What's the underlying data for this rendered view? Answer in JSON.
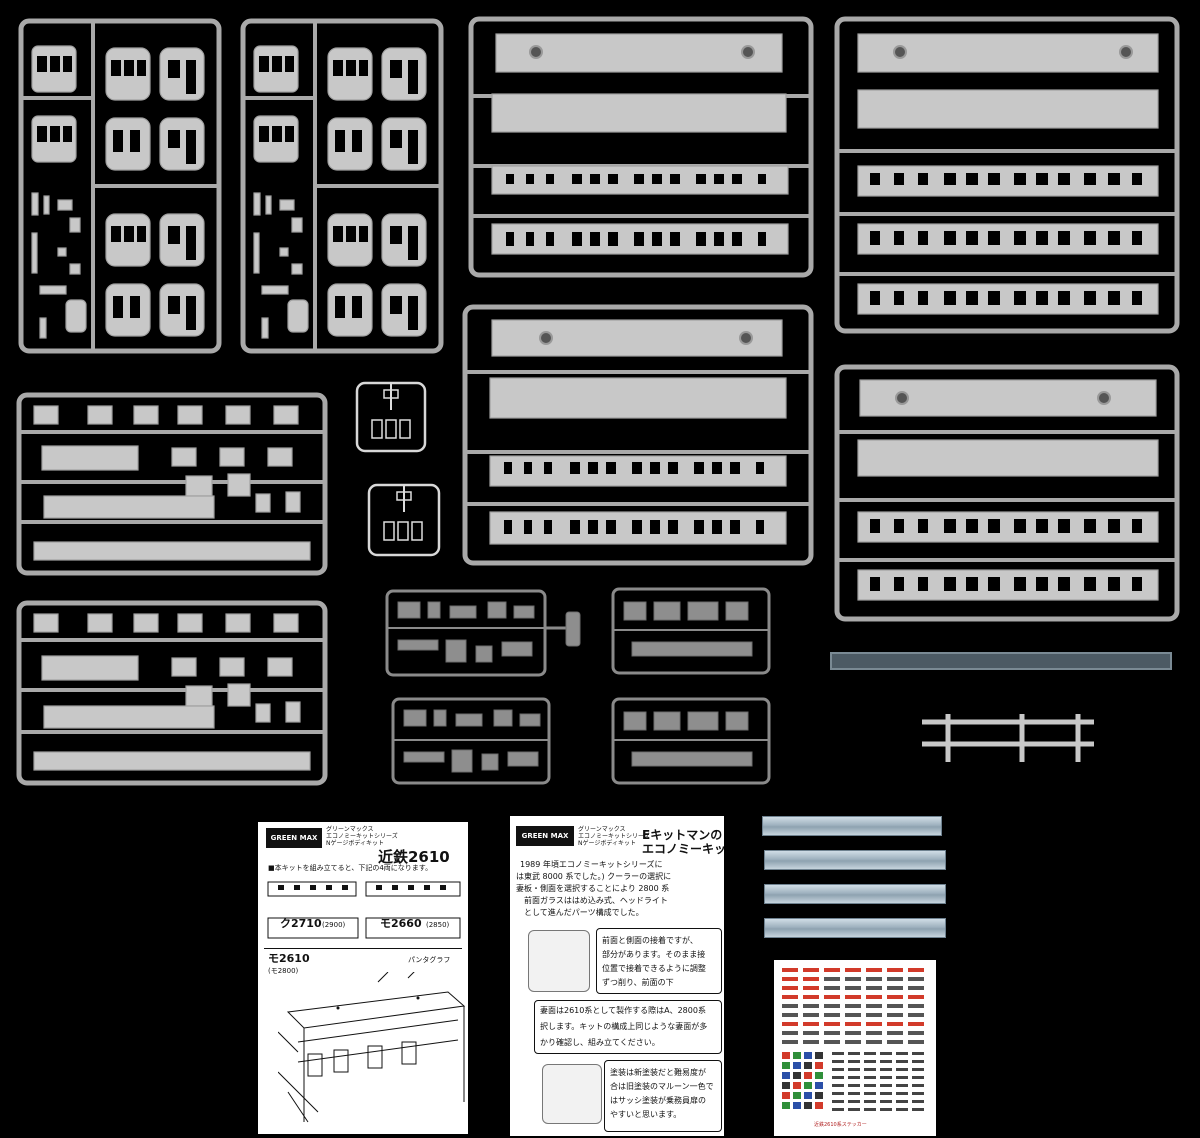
{
  "instruction_sheet": {
    "brand": "GREEN MAX",
    "series_line1": "グリーンマックス",
    "series_line2": "エコノミーキットシリーズ",
    "series_line3": "Nゲージボディキット",
    "title": "近鉄2610",
    "intro": "■本キットを組み立てると、下記の4両になります。",
    "car_a_label": "ク2710",
    "car_a_sub": "(2900)",
    "car_b_label": "モ2660",
    "car_b_sub": "(2850)",
    "car_c_label": "モ2610",
    "car_c_sub": "(モ2800)",
    "pantograph": "パンタグラフ"
  },
  "guide_sheet": {
    "brand": "GREEN MAX",
    "series_line1": "グリーンマックス",
    "series_line2": "エコノミーキットシリーズ",
    "series_line3": "Nゲージボディキット",
    "title_line1": "Eキットマンの",
    "title_line2": "エコノミーキッ",
    "para1_line1": "1989 年頃エコノミーキットシリーズに",
    "para1_line2": "は東武 8000 系でした。) クーラーの選択に",
    "para1_line3": "妻板・側面を選択することにより 2800 系",
    "para1_line4": "前面ガラスははめ込み式、ヘッドライト",
    "para1_line5": "として進んだパーツ構成でした。",
    "bubble1_line1": "前面と側面の接着ですが、",
    "bubble1_line2": "部分があります。そのまま接",
    "bubble1_line3": "位置で接着できるように調整",
    "bubble1_line4": "ずつ削り、前面の下",
    "para2_line1": "妻面は2610系として製作する際はA、2800系",
    "para2_line2": "択します。キットの構成上同じような妻面が多",
    "para2_line3": "かり確認し、組み立てください。",
    "bubble2_line1": "塗装は新塗装だと難易度が",
    "bubble2_line2": "合は旧塗装のマルーン一色で",
    "bubble2_line3": "はサッシ塗装が乗務員扉の",
    "bubble2_line4": "やすいと思います。"
  },
  "decal_sheet": {
    "footer": "近鉄2610系ステッカー"
  },
  "colors": {
    "background": "#000000",
    "sprue_gray": "#c8c8c8",
    "sprue_dark": "#8e8e8e",
    "metal_bar": "#9fb2bf",
    "decal_red": "#d23a2a",
    "decal_green": "#2f8f3a",
    "decal_blue": "#2a4fa8"
  }
}
